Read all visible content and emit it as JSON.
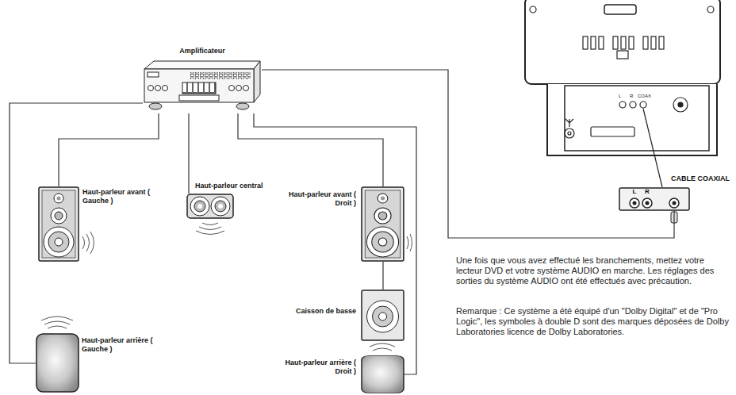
{
  "diagram": {
    "nodes": [
      {
        "text": [
          "Amplificateur"
        ]
      },
      {
        "text": [
          "Haut-parleur avant ( Gauche )"
        ]
      },
      {
        "text": [
          "Haut-parleur central"
        ]
      },
      {
        "text": [
          "Haut-parleur avant ( Droit )"
        ]
      },
      {
        "text": [
          "Caisson de basse"
        ]
      },
      {
        "text": [
          "Haut-parleur arrière ( Gauche )"
        ]
      },
      {
        "text": [
          "Haut-parleur arrière ( Droit )"
        ]
      },
      {
        "text": [
          "CABLE COAXIAL",
          "L",
          "R"
        ]
      }
    ],
    "edges": [
      {
        "from": 0,
        "to": 1,
        "arrow": "none"
      },
      {
        "from": 0,
        "to": 2,
        "arrow": "none"
      },
      {
        "from": 0,
        "to": 3,
        "arrow": "none"
      },
      {
        "from": 0,
        "to": 5,
        "arrow": "none"
      },
      {
        "from": 3,
        "to": 4,
        "arrow": "none"
      },
      {
        "from": 0,
        "to": 6,
        "arrow": "none"
      },
      {
        "from": 0,
        "to": 7,
        "arrow": "none"
      }
    ],
    "labels": [
      "L",
      "R",
      "COAX",
      "Une fois que vous avez effectué les branchements, mettez votre lecteur DVD et votre système AUDIO en marche. Les réglages des sorties du système AUDIO ont été effectués avec précaution.",
      "Remarque : Ce système a été équipé d'un \"Dolby Digital\" et de \"Pro Logic\", les symboles à double D sont des marques déposées de Dolby Laboratories licence de Dolby Laboratories."
    ]
  }
}
